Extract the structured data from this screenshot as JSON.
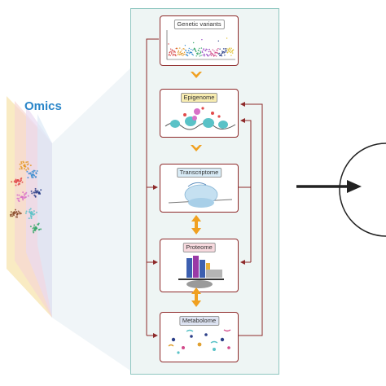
{
  "omics": {
    "title": "Omics"
  },
  "layers": [
    {
      "label": "Genetic variants"
    },
    {
      "label": "Epigenome"
    },
    {
      "label": "Transcriptome"
    },
    {
      "label": "Proteome"
    },
    {
      "label": "Metabolome"
    }
  ],
  "colors": {
    "box_border": "#8e2a2a",
    "arrow_orange": "#f0a020",
    "panel_bg": "#eef5f4",
    "panel_border": "#8fc6c0",
    "omics_blue": "#2a86c9",
    "output_arrow": "#222222"
  }
}
